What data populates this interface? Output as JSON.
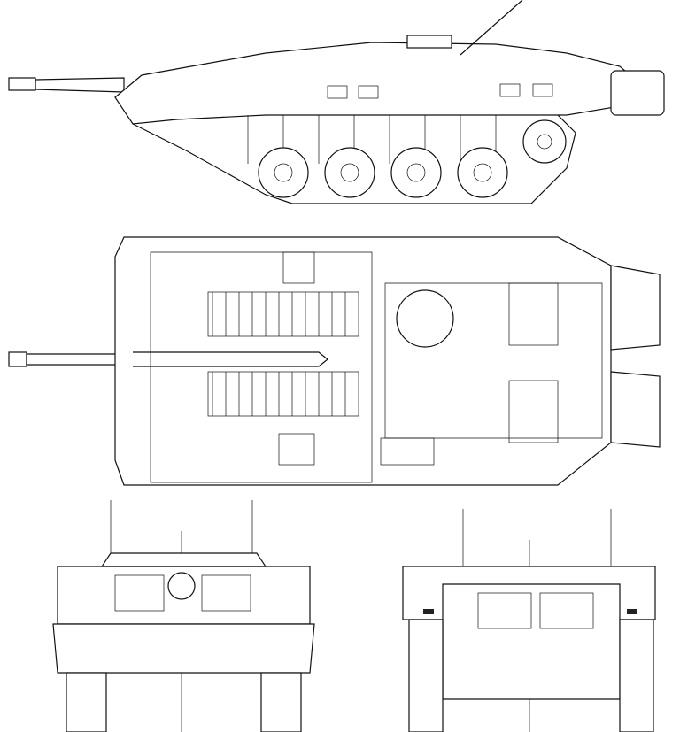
{
  "colors": {
    "line": "#111111",
    "background": "#ffffff"
  },
  "views": [
    "side",
    "top-cutaway",
    "front",
    "rear"
  ]
}
